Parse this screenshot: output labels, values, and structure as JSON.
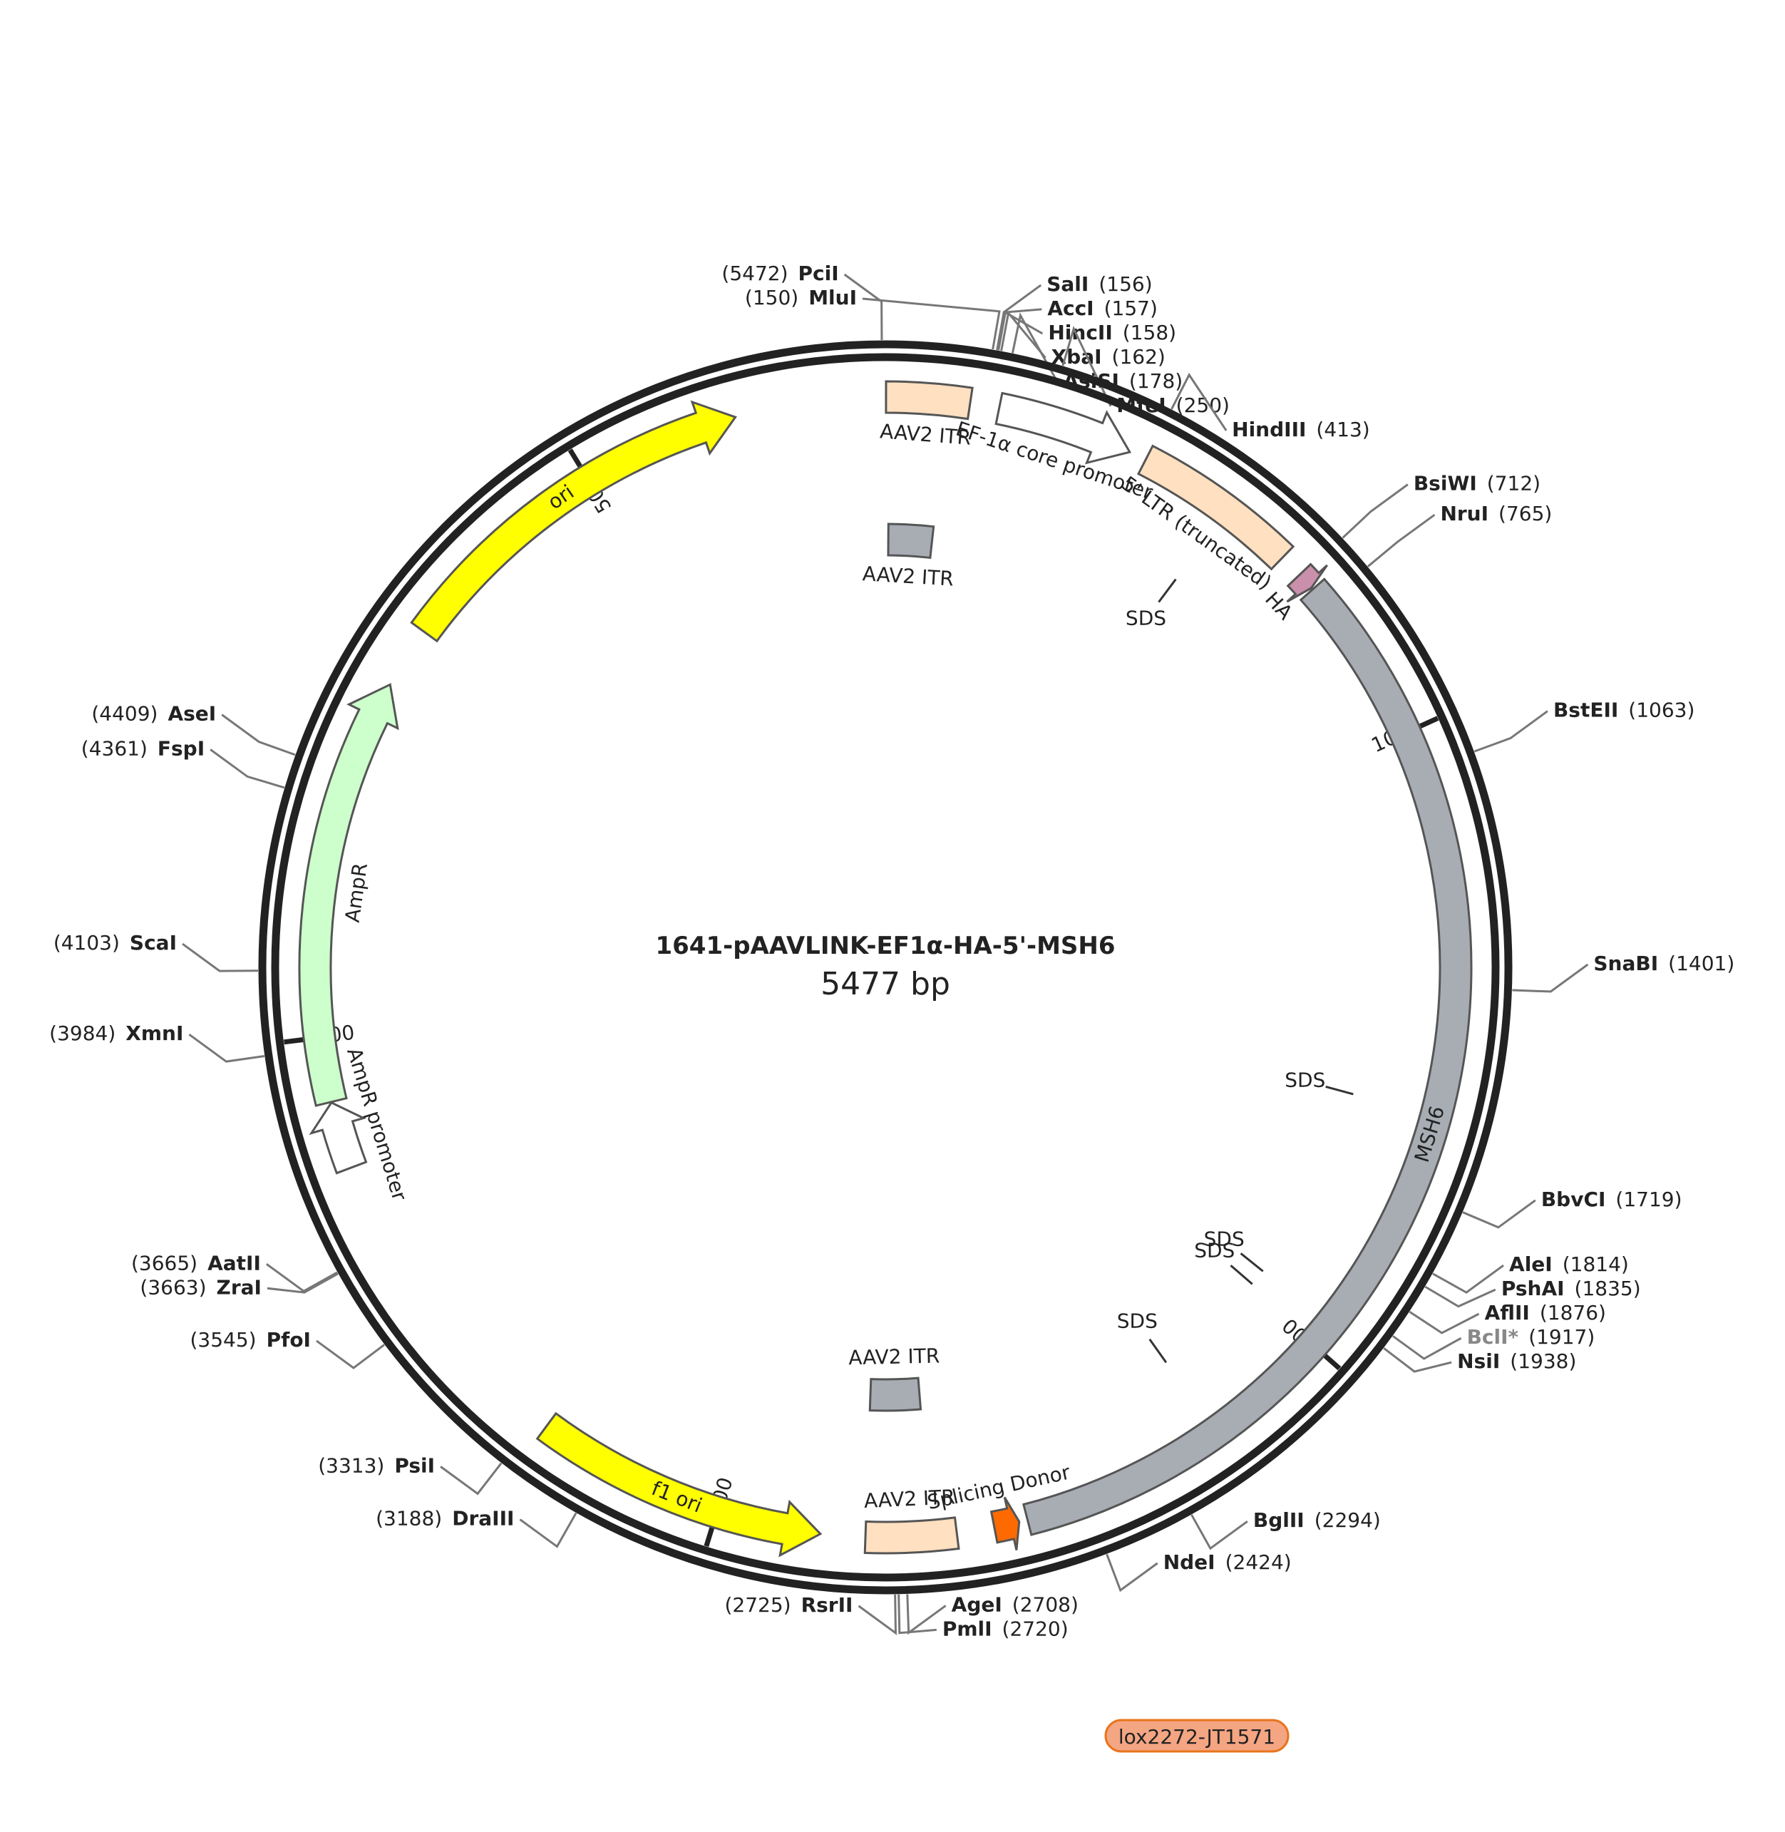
{
  "title": "1641-pAAVLINK-EF1α-HA-5'-MSH6",
  "length_label": "5477 bp",
  "total_bp": 5477,
  "ticks": [
    {
      "bp": 1000,
      "label": "1000"
    },
    {
      "bp": 2000,
      "label": "2000"
    },
    {
      "bp": 3000,
      "label": "3000"
    },
    {
      "bp": 4000,
      "label": "4000"
    },
    {
      "bp": 5000,
      "label": "5000"
    }
  ],
  "features": [
    {
      "name": "ori",
      "start": 4656,
      "end": 5245,
      "strand": "+",
      "track": 0,
      "color": "#ffff00",
      "arrow": true,
      "label_inside": true
    },
    {
      "name": "AAV2 ITR",
      "start": 1,
      "end": 130,
      "strand": "+",
      "track": 0,
      "color": "#ffe0c0",
      "arrow": false,
      "label_inside": false
    },
    {
      "name": "AAV2 ITR",
      "start": 6,
      "end": 95,
      "strand": "+",
      "track": 2,
      "color": "#a8adb4",
      "arrow": false,
      "label_inside": false
    },
    {
      "name": "EF-1α core promoter",
      "start": 175,
      "end": 386,
      "strand": "+",
      "track": 0,
      "color": "#ffffff",
      "arrow": true,
      "label_inside": false
    },
    {
      "name": "5' LTR (truncated)",
      "start": 413,
      "end": 671,
      "strand": "+",
      "track": 0,
      "color": "#ffe0c0",
      "arrow": false,
      "label_inside": false
    },
    {
      "name": "HA",
      "start": 708,
      "end": 735,
      "strand": "+",
      "track": 0,
      "color": "#c98fab",
      "arrow": true,
      "label_inside": false
    },
    {
      "name": "MSH6",
      "start": 738,
      "end": 2519,
      "strand": "+",
      "track": 0,
      "color": "#a8adb4",
      "arrow": false,
      "label_inside": true
    },
    {
      "name": "Splicing Donor",
      "start": 2532,
      "end": 2571,
      "strand": "-",
      "track": 0,
      "color": "#ff6a00",
      "arrow": true,
      "label_inside": false
    },
    {
      "name": "AAV2 ITR",
      "start": 2629,
      "end": 2769,
      "strand": "-",
      "track": 0,
      "color": "#ffe0c0",
      "arrow": false,
      "label_inside": false
    },
    {
      "name": "AAV2 ITR",
      "start": 2669,
      "end": 2769,
      "strand": "-",
      "track": 2,
      "color": "#a8adb4",
      "arrow": false,
      "label_inside": false
    },
    {
      "name": "f1 ori",
      "start": 2838,
      "end": 3293,
      "strand": "-",
      "track": 0,
      "color": "#ffff00",
      "arrow": true,
      "label_inside": true
    },
    {
      "name": "AmpR promoter",
      "start": 3795,
      "end": 3899,
      "strand": "+",
      "track": 0,
      "color": "#ffffff",
      "arrow": true,
      "label_inside": false
    },
    {
      "name": "AmpR",
      "start": 3900,
      "end": 4560,
      "strand": "+",
      "track": 0,
      "color": "#ccffcc",
      "arrow": true,
      "label_inside": false
    }
  ],
  "sds_marks": [
    {
      "label": "SDS",
      "bp": 560
    },
    {
      "label": "SDS",
      "bp": 1600
    },
    {
      "label": "SDS",
      "bp": 1960
    },
    {
      "label": "SDS",
      "bp": 1990
    },
    {
      "label": "SDS",
      "bp": 2200
    }
  ],
  "sites": [
    {
      "name": "PciI",
      "pos": "(5472)",
      "bp": 5472,
      "side": "left"
    },
    {
      "name": "MluI",
      "pos": "(150)",
      "bp": 150,
      "side": "left"
    },
    {
      "name": "SalI",
      "pos": "(156)",
      "bp": 156,
      "side": "right"
    },
    {
      "name": "AccI",
      "pos": "(157)",
      "bp": 157,
      "side": "right"
    },
    {
      "name": "HincII",
      "pos": "(158)",
      "bp": 158,
      "side": "right"
    },
    {
      "name": "XbaI",
      "pos": "(162)",
      "bp": 162,
      "side": "right"
    },
    {
      "name": "AsiSI",
      "pos": "(178)",
      "bp": 178,
      "side": "right"
    },
    {
      "name": "MfeI",
      "pos": "(250)",
      "bp": 250,
      "side": "right"
    },
    {
      "name": "HindIII",
      "pos": "(413)",
      "bp": 413,
      "side": "right"
    },
    {
      "name": "BsiWI",
      "pos": "(712)",
      "bp": 712,
      "side": "right"
    },
    {
      "name": "NruI",
      "pos": "(765)",
      "bp": 765,
      "side": "right"
    },
    {
      "name": "BstEII",
      "pos": "(1063)",
      "bp": 1063,
      "side": "right"
    },
    {
      "name": "SnaBI",
      "pos": "(1401)",
      "bp": 1401,
      "side": "right"
    },
    {
      "name": "BbvCI",
      "pos": "(1719)",
      "bp": 1719,
      "side": "right"
    },
    {
      "name": "AleI",
      "pos": "(1814)",
      "bp": 1814,
      "side": "right"
    },
    {
      "name": "PshAI",
      "pos": "(1835)",
      "bp": 1835,
      "side": "right"
    },
    {
      "name": "AflII",
      "pos": "(1876)",
      "bp": 1876,
      "side": "right"
    },
    {
      "name": "BclI*",
      "pos": "(1917)",
      "bp": 1917,
      "side": "right",
      "gray": true
    },
    {
      "name": "NsiI",
      "pos": "(1938)",
      "bp": 1938,
      "side": "right"
    },
    {
      "name": "BglII",
      "pos": "(2294)",
      "bp": 2294,
      "side": "right"
    },
    {
      "name": "NdeI",
      "pos": "(2424)",
      "bp": 2424,
      "side": "right"
    },
    {
      "name": "AgeI",
      "pos": "(2708)",
      "bp": 2708,
      "side": "right"
    },
    {
      "name": "PmlI",
      "pos": "(2720)",
      "bp": 2720,
      "side": "right"
    },
    {
      "name": "RsrII",
      "pos": "(2725)",
      "bp": 2725,
      "side": "left"
    },
    {
      "name": "DraIII",
      "pos": "(3188)",
      "bp": 3188,
      "side": "left"
    },
    {
      "name": "PsiI",
      "pos": "(3313)",
      "bp": 3313,
      "side": "left"
    },
    {
      "name": "PfoI",
      "pos": "(3545)",
      "bp": 3545,
      "side": "left"
    },
    {
      "name": "ZraI",
      "pos": "(3663)",
      "bp": 3663,
      "side": "left"
    },
    {
      "name": "AatII",
      "pos": "(3665)",
      "bp": 3665,
      "side": "left"
    },
    {
      "name": "XmnI",
      "pos": "(3984)",
      "bp": 3984,
      "side": "left"
    },
    {
      "name": "ScaI",
      "pos": "(4103)",
      "bp": 4103,
      "side": "left"
    },
    {
      "name": "FspI",
      "pos": "(4361)",
      "bp": 4361,
      "side": "left"
    },
    {
      "name": "AseI",
      "pos": "(4409)",
      "bp": 4409,
      "side": "left"
    }
  ],
  "primer_badge": {
    "label": "lox2272-JT1571",
    "color": "#f4a582",
    "border": "#e8741c"
  }
}
